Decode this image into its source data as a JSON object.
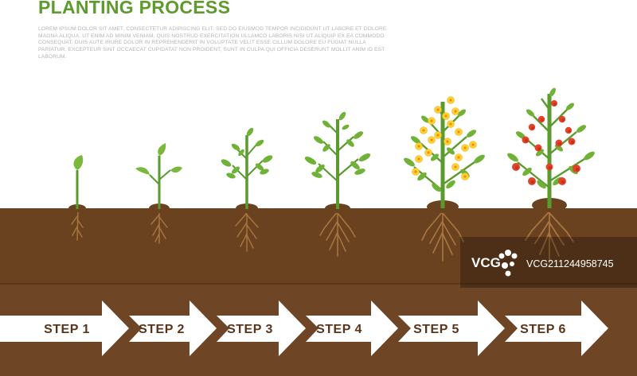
{
  "header": {
    "title": "PLANTING PROCESS",
    "description": "LOREM IPSUM DOLOR SIT AMET, CONSECTETUR ADIPISCING ELIT, SED DO EIUSMOD TEMPOR INCIDIDUNT UT LABORE ET DOLORE MAGNA ALIQUA. UT ENIM AD MINIM VENIAM, QUIS NOSTRUD EXERCITATION ULLAMCO LABORIS NISI UT ALIQUIP EX EA COMMODO CONSEQUAT. DUIS AUTE IRURE DOLOR IN REPREHENDERIT IN VOLUPTATE VELIT ESSE CILLUM DOLORE EU FUGIAT NULLA PARIATUR. EXCEPTEUR SINT OCCAECAT CUPIDATAT NON PROIDENT, SUNT IN CULPA QUI OFFICIA DESERUNT MOLLIT ANIM ID EST LABORUM."
  },
  "steps": [
    {
      "label": "STEP 1",
      "stage": "sprout"
    },
    {
      "label": "STEP 2",
      "stage": "seedling"
    },
    {
      "label": "STEP 3",
      "stage": "young plant"
    },
    {
      "label": "STEP 4",
      "stage": "growing plant"
    },
    {
      "label": "STEP 5",
      "stage": "flowering"
    },
    {
      "label": "STEP 6",
      "stage": "fruiting"
    }
  ],
  "watermark": {
    "logo": "VCG",
    "text": "VCG211244958745"
  },
  "colors": {
    "title": "#5d9b2c",
    "soil_top": "#6b4220",
    "soil_bottom": "#6e4525",
    "plant_green": "#5a9a2e",
    "root": "#a9773f",
    "flower": "#ffd233",
    "tomato": "#e0442b",
    "arrow": "#ffffff",
    "step_text": "#5a3419"
  }
}
